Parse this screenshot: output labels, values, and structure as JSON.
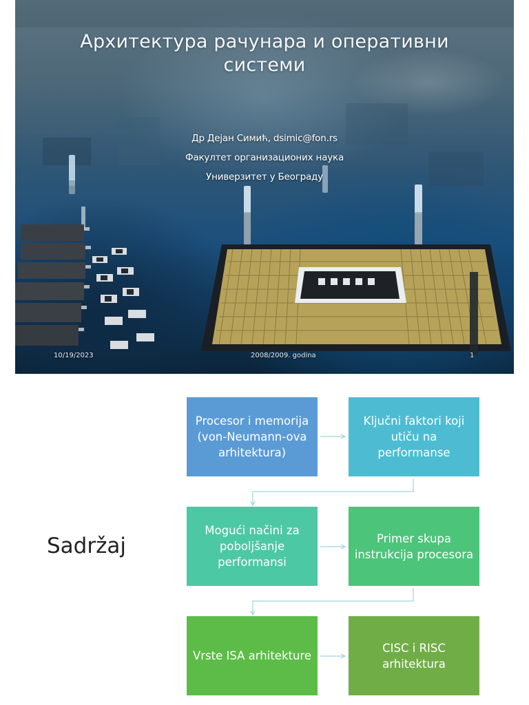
{
  "slide1": {
    "title_line1": "Архитектура рачунара и оперативни",
    "title_line2": "системи",
    "author": "Др Дејан Симић, dsimic@fon.rs",
    "faculty": "Факултет организационих наука",
    "university": "Универзитет у Београду",
    "footer_date": "10/19/2023",
    "footer_center": "2008/2009. godina",
    "footer_page": "1"
  },
  "slide2": {
    "heading": "Sadržaj",
    "boxes": [
      {
        "label": "Procesor i memorija (von-Neumann-ova arhitektura)",
        "color": "#5b9bd5"
      },
      {
        "label": "Ključni faktori koji utiču na performanse",
        "color": "#4dbcd2"
      },
      {
        "label": "Mogući načini za poboljšanje performansi",
        "color": "#4cc9a4"
      },
      {
        "label": "Primer skupa instrukcija procesora",
        "color": "#4cc47a"
      },
      {
        "label": "Vrste ISA arhitekture",
        "color": "#5cbc47"
      },
      {
        "label": "CISC i RISC arhitektura",
        "color": "#71ad47"
      }
    ],
    "connector_color": "#9fd4de"
  }
}
